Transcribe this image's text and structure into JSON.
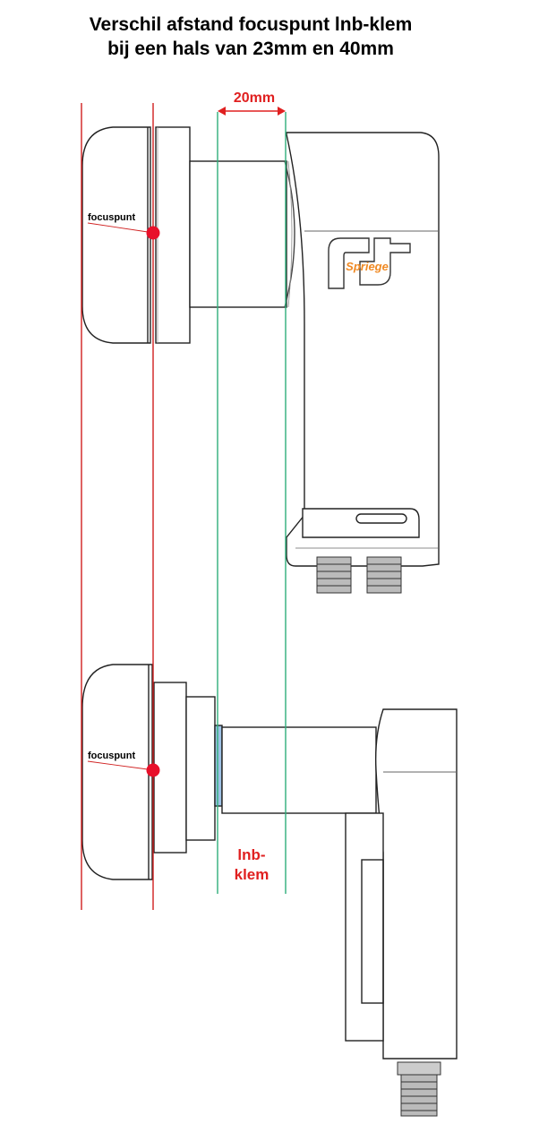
{
  "title": {
    "line1": "Verschil afstand focuspunt lnb-klem",
    "line2": "bij een hals van 23mm en 40mm"
  },
  "dimension": {
    "label": "20mm"
  },
  "labels": {
    "focus_top": "focuspunt",
    "focus_bottom": "focuspunt",
    "clamp_line1": "lnb-",
    "clamp_line2": "klem",
    "brand": "Spriege"
  },
  "colors": {
    "reference_line": "#d02020",
    "clamp_line": "#2fae7a",
    "focus_dot": "#e8102a",
    "outline": "#222222",
    "brand_text": "#f08a24"
  }
}
